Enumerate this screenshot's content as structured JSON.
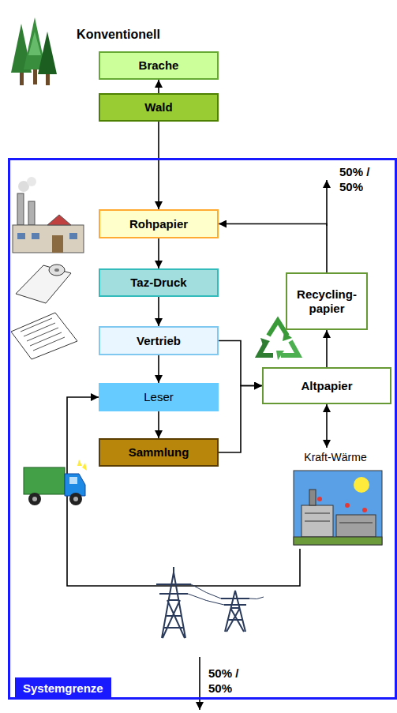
{
  "diagram": {
    "title": "Konventionell",
    "nodes": [
      {
        "text": [
          "Brache"
        ]
      },
      {
        "text": [
          "Wald"
        ]
      },
      {
        "text": [
          "Systemgrenze"
        ]
      },
      {
        "text": [
          "Rohpapier"
        ],
        "in": 2
      },
      {
        "text": [
          "Taz-Druck"
        ],
        "in": 2
      },
      {
        "text": [
          "Vertrieb"
        ],
        "in": 2
      },
      {
        "text": [
          "Leser"
        ],
        "in": 2
      },
      {
        "text": [
          "Sammlung"
        ],
        "in": 2
      },
      {
        "text": [
          "Recycling- papier"
        ],
        "in": 2
      },
      {
        "text": [
          "Altpapier"
        ],
        "in": 2
      },
      {
        "text": [
          "Kraft-Wärme"
        ],
        "in": 2
      }
    ],
    "edges": [
      {
        "from": 1,
        "to": 0,
        "arrow": "to"
      },
      {
        "from": 1,
        "to": 3,
        "arrow": "to"
      },
      {
        "from": 3,
        "to": 4,
        "arrow": "to"
      },
      {
        "from": 4,
        "to": 5,
        "arrow": "to"
      },
      {
        "from": 5,
        "to": 6,
        "arrow": "to"
      },
      {
        "from": 6,
        "to": 7,
        "arrow": "to"
      },
      {
        "from": 5,
        "to": 9,
        "arrow": "to"
      },
      {
        "from": 7,
        "to": 9,
        "arrow": "to"
      },
      {
        "from": 9,
        "to": 8,
        "arrow": "to"
      },
      {
        "from": 8,
        "to": 3,
        "arrow": "to"
      },
      {
        "from": 9,
        "to": 10,
        "arrow": "both"
      },
      {
        "from": 10,
        "to": 6,
        "arrow": "to"
      }
    ],
    "labels": [
      "50% / 50%",
      "50% / 50%"
    ]
  }
}
